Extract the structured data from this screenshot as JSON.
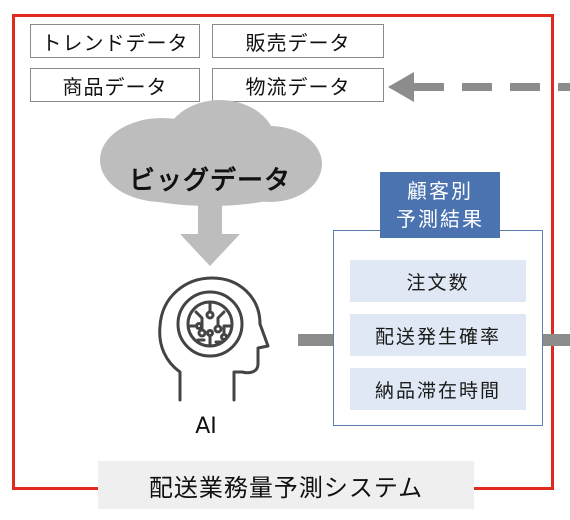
{
  "data_sources": {
    "trend": "トレンドデータ",
    "sales": "販売データ",
    "product": "商品データ",
    "logistics": "物流データ"
  },
  "big_data": "ビッグデータ",
  "ai_label": "AI",
  "results": {
    "title_line1": "顧客別",
    "title_line2": "予測結果",
    "items": [
      "注文数",
      "配送発生確率",
      "納品滞在時間"
    ]
  },
  "system_label": "配送業務量予測システム",
  "colors": {
    "frame": "#e0291f",
    "panel_header": "#4a73b0",
    "metric_bg": "#dfe8f4",
    "cloud": "#bdbdbd",
    "arrow": "#8c8c8c"
  }
}
